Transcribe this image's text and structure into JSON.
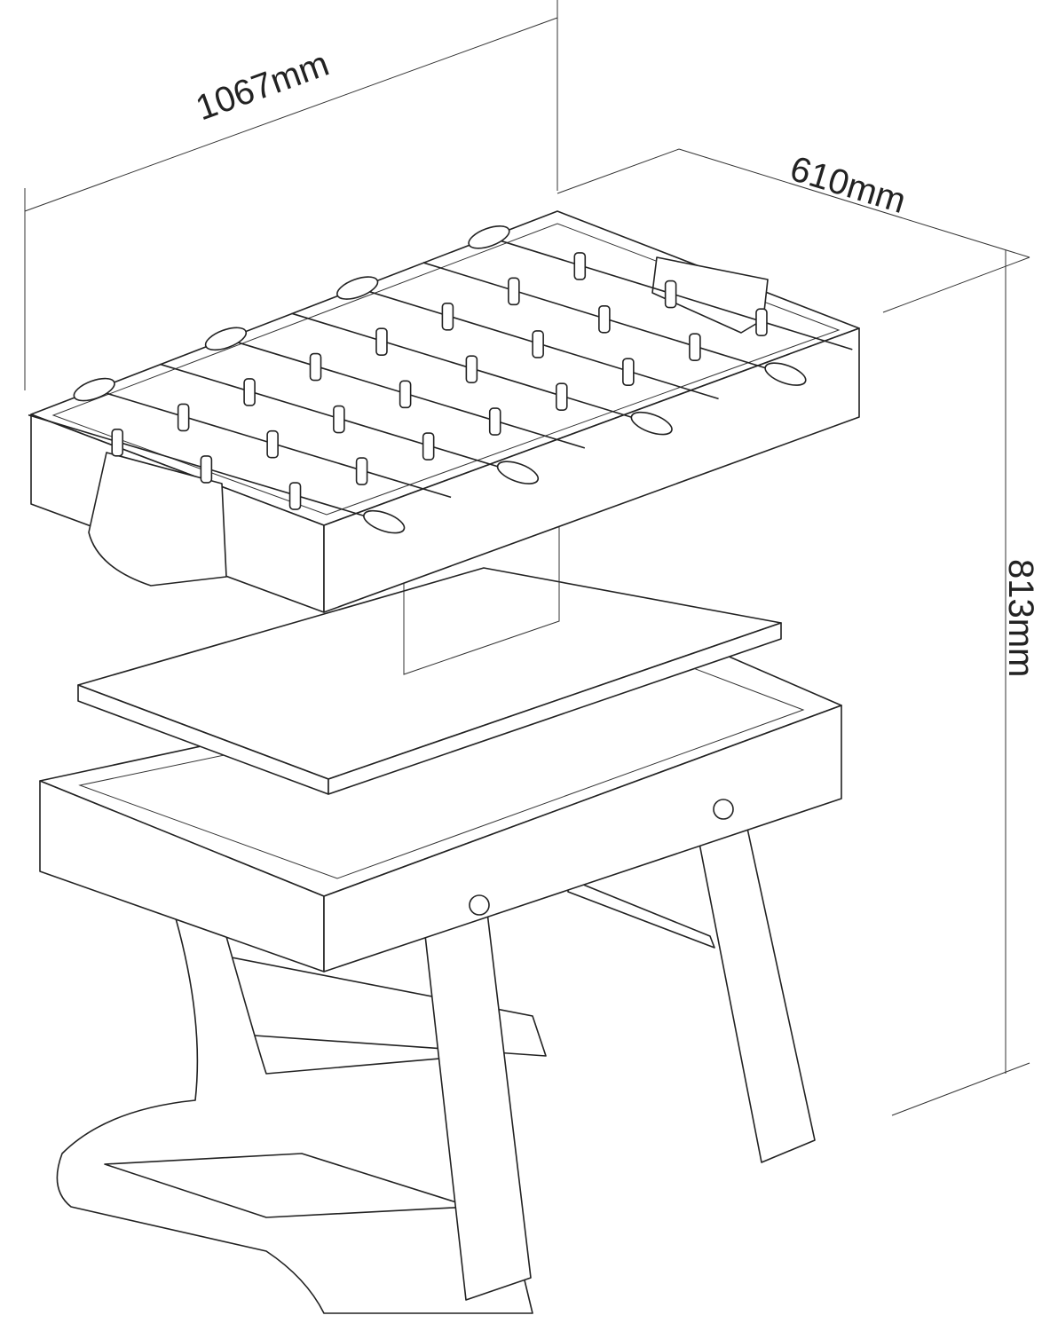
{
  "title": "4-in-1 multi-game table dimensions",
  "dimensions": {
    "length": "1067mm",
    "width": "610mm",
    "height": "813mm"
  },
  "colors": {
    "line": "#222222",
    "background": "#ffffff"
  }
}
